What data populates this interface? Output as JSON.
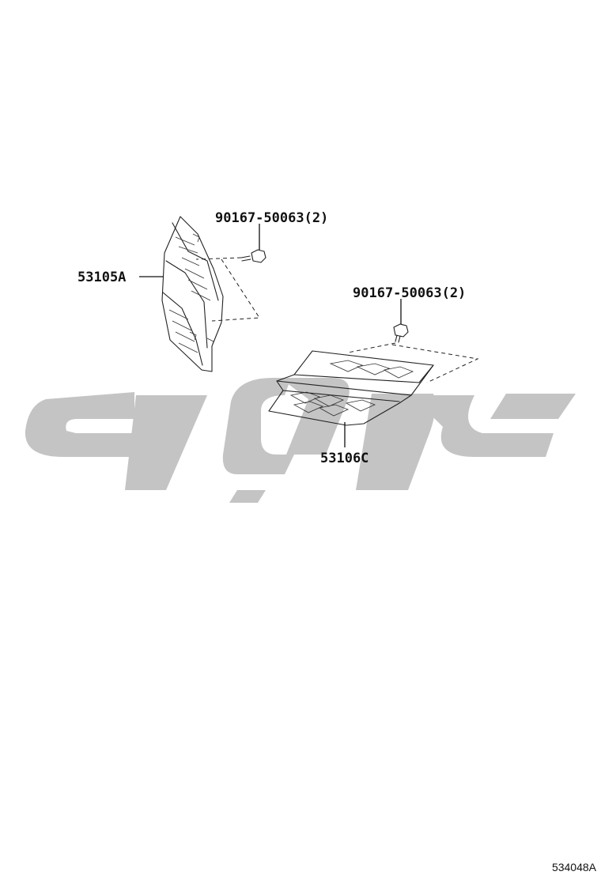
{
  "diagram": {
    "callouts": {
      "upper_grille": "53105A",
      "upper_screw": "90167-50063(2)",
      "lower_screw": "90167-50063(2)",
      "lower_grille": "53106C"
    },
    "figure_id": "534048A"
  },
  "watermark": {
    "color": "#c4c4c4"
  }
}
